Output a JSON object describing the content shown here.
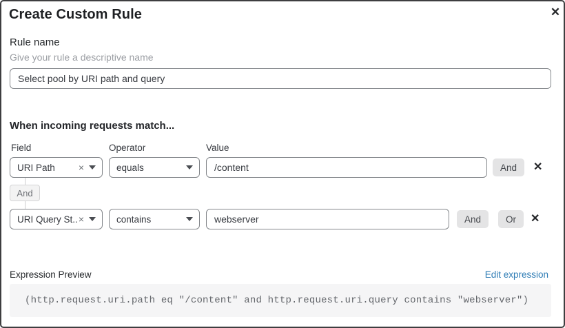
{
  "dialog": {
    "title": "Create Custom Rule",
    "close_icon": "✕"
  },
  "rule_name": {
    "label": "Rule name",
    "helper": "Give your rule a descriptive name",
    "value": "Select pool by URI path and query"
  },
  "match": {
    "heading": "When incoming requests match...",
    "columns": {
      "field": "Field",
      "operator": "Operator",
      "value": "Value"
    },
    "clear_icon": "×",
    "remove_icon": "✕",
    "connector": "And",
    "rows": [
      {
        "field": "URI Path",
        "operator": "equals",
        "value": "/content",
        "buttons": [
          "And"
        ]
      },
      {
        "field": "URI Query St...",
        "operator": "contains",
        "value": "webserver",
        "buttons": [
          "And",
          "Or"
        ]
      }
    ]
  },
  "expression": {
    "label": "Expression Preview",
    "edit_link": "Edit expression",
    "code": "(http.request.uri.path eq \"/content\" and http.request.uri.query contains \"webserver\")"
  },
  "colors": {
    "link_blue": "#2e7cb5",
    "control_border": "#83868a",
    "button_bg": "#e4e4e5",
    "code_bg": "#f5f5f6"
  }
}
